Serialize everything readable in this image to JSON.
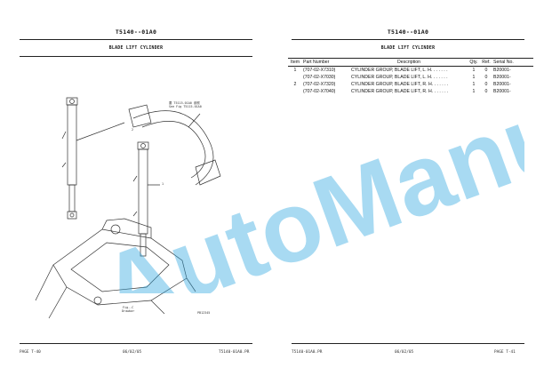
{
  "left_page": {
    "header": "T5140--01A0",
    "subtitle": "BLADE LIFT CYLINDER",
    "callouts": {
      "item_1": "1",
      "item_2": "2",
      "see_fig_line1": "要 T5115-01A0 参照",
      "see_fig_line2": "See Fig T5115-01A0",
      "fig_label": "Fig--C",
      "drawbar": "Drawbar",
      "drawing_no": "PB12345"
    },
    "footer": {
      "page": "PAGE T-40",
      "date": "06/02/05",
      "file": "T5140-01A0.PR"
    }
  },
  "right_page": {
    "header": "T5140--01A0",
    "subtitle": "BLADE LIFT CYLINDER",
    "columns": [
      "Item",
      "Part Number",
      "Description",
      "Qty.",
      "Ref.",
      "Serial No."
    ],
    "rows": [
      {
        "item": "1",
        "part": "(707-02-X7310)",
        "desc": "CYLINDER GROUP, BLADE LIFT, L. H.",
        "dots": ". . . . . .",
        "qty": "1",
        "ref": "0",
        "serial": "B20001-"
      },
      {
        "item": "",
        "part": "(707-02-X7030)",
        "desc": "CYLINDER GROUP, BLADE LIFT, L. H.",
        "dots": ". . . . . .",
        "qty": "1",
        "ref": "0",
        "serial": "B20001-"
      },
      {
        "item": "2",
        "part": "(707-02-X7320)",
        "desc": "CYLINDER GROUP, BLADE LIFT, R. H.",
        "dots": ". . . . . .",
        "qty": "1",
        "ref": "0",
        "serial": "B20001-"
      },
      {
        "item": "",
        "part": "(707-02-X7040)",
        "desc": "CYLINDER GROUP, BLADE LIFT, R. H.",
        "dots": ". . . . . .",
        "qty": "1",
        "ref": "0",
        "serial": "B20001-"
      }
    ],
    "footer": {
      "file": "T5140-01A0.PR",
      "date": "06/02/05",
      "page": "PAGE T-41"
    }
  },
  "watermark": {
    "text": "AutoManual",
    "color": "#2fa7e0"
  }
}
